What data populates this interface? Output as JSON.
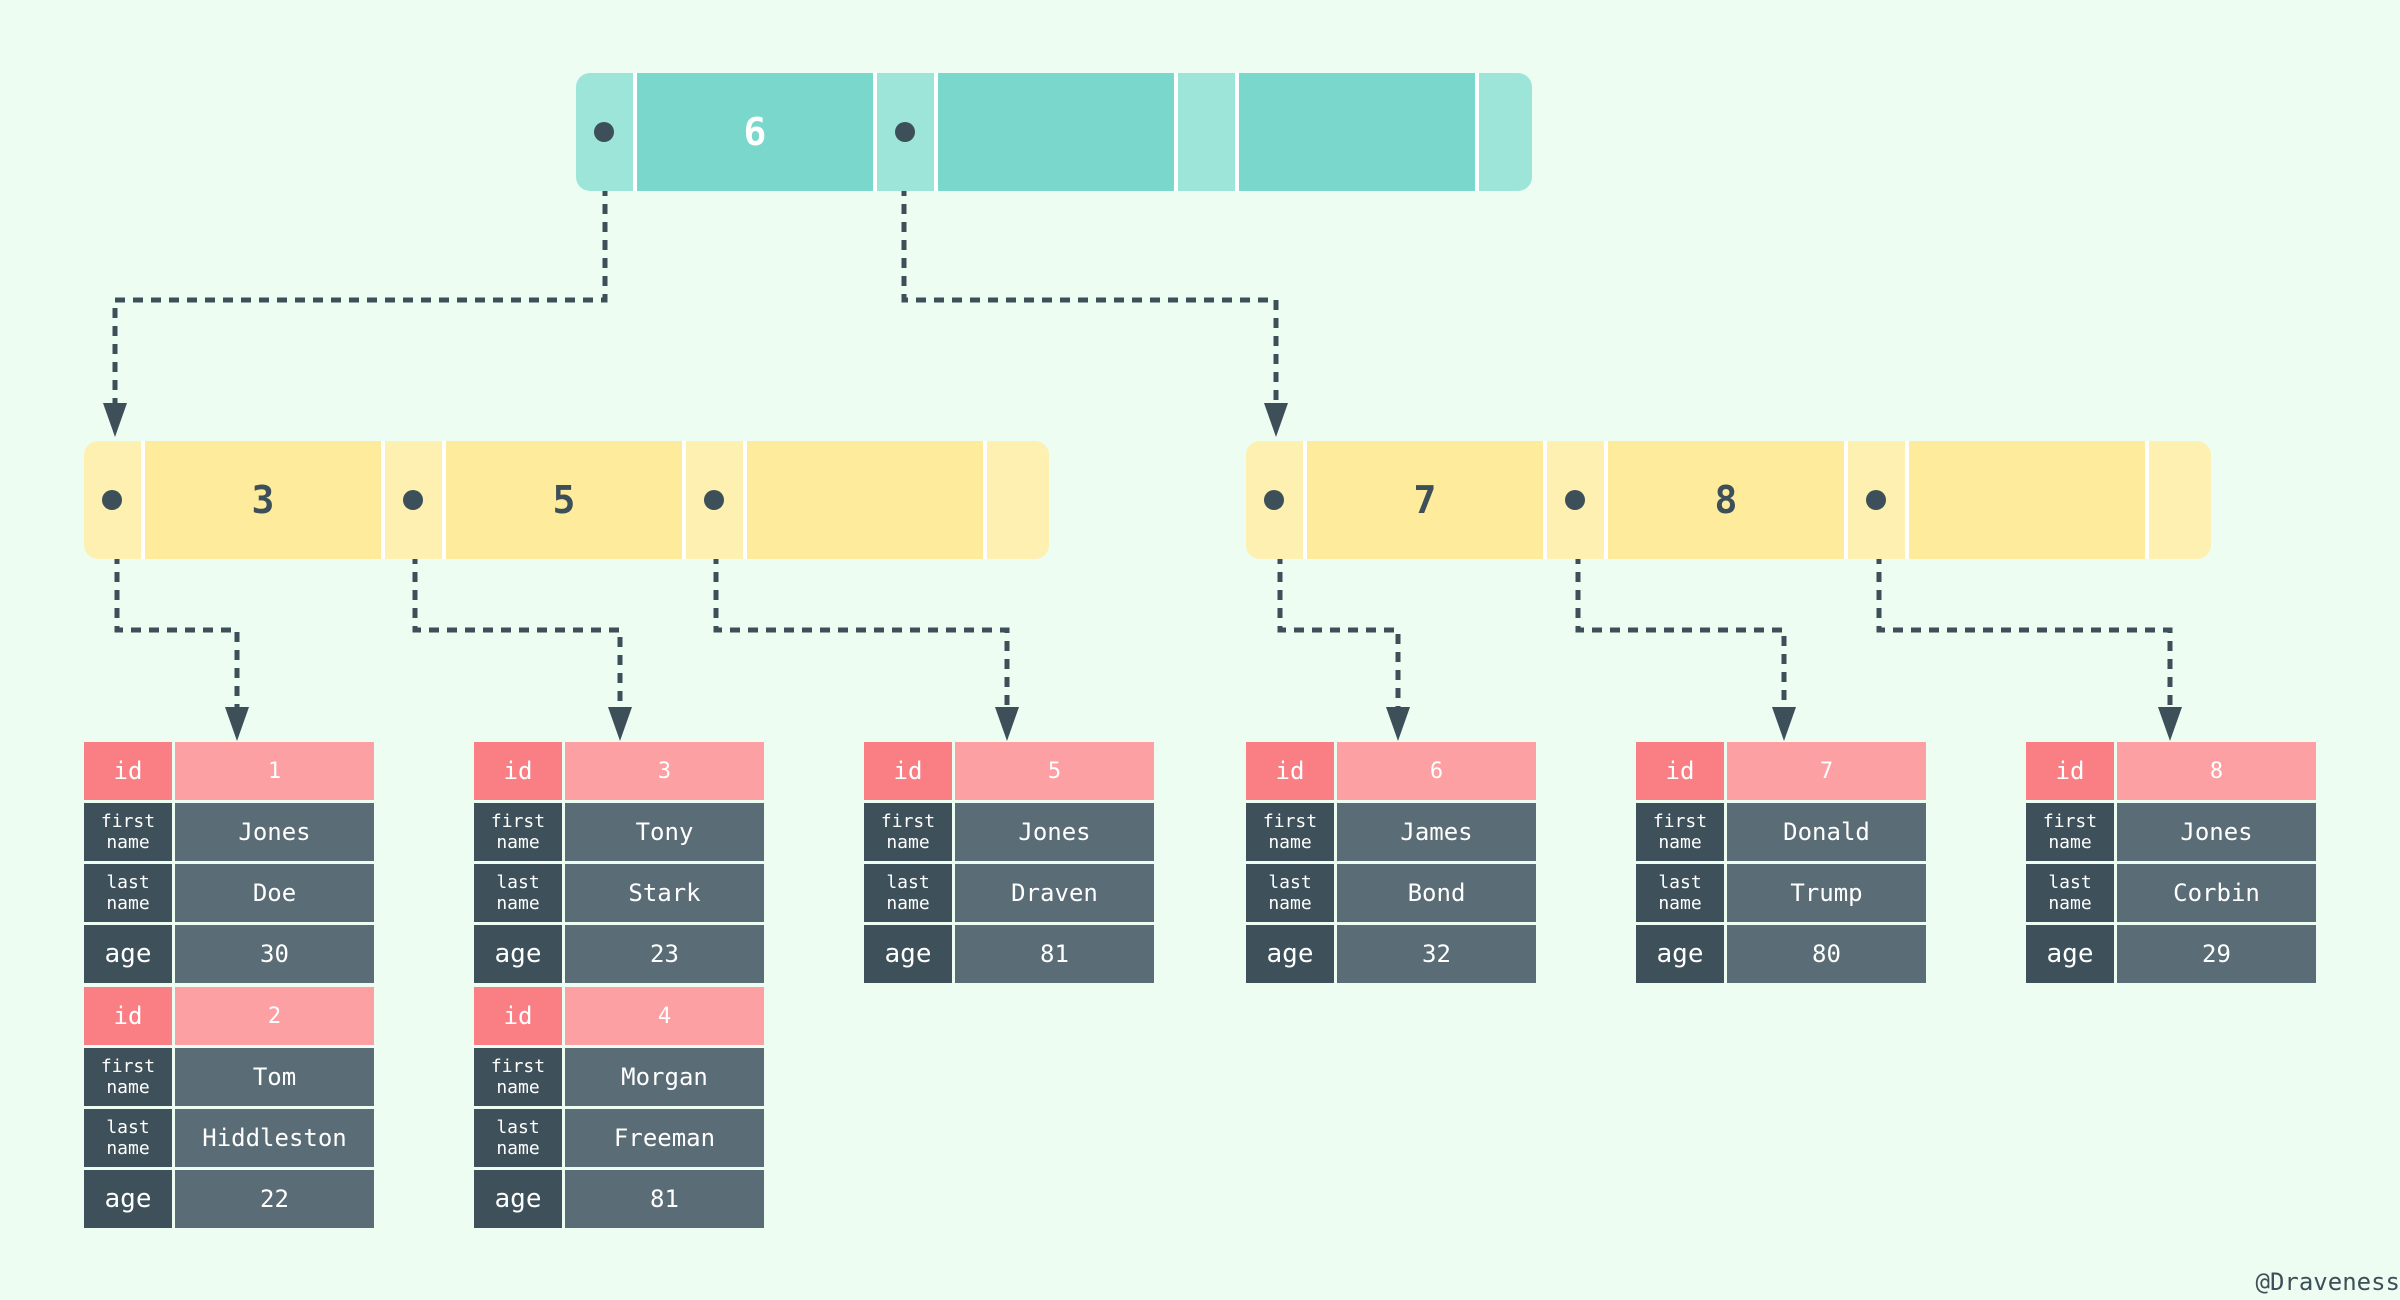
{
  "root": {
    "keys": [
      "6",
      "",
      ""
    ]
  },
  "leaves": [
    {
      "keys": [
        "3",
        "5",
        ""
      ]
    },
    {
      "keys": [
        "7",
        "8",
        ""
      ]
    }
  ],
  "labels": {
    "id": "id",
    "first_name": "first\nname",
    "last_name": "last\nname",
    "age": "age"
  },
  "records": [
    {
      "rows": [
        {
          "id": "1",
          "first_name": "Jones",
          "last_name": "Doe",
          "age": "30"
        },
        {
          "id": "2",
          "first_name": "Tom",
          "last_name": "Hiddleston",
          "age": "22"
        }
      ]
    },
    {
      "rows": [
        {
          "id": "3",
          "first_name": "Tony",
          "last_name": "Stark",
          "age": "23"
        },
        {
          "id": "4",
          "first_name": "Morgan",
          "last_name": "Freeman",
          "age": "81"
        }
      ]
    },
    {
      "rows": [
        {
          "id": "5",
          "first_name": "Jones",
          "last_name": "Draven",
          "age": "81"
        }
      ]
    },
    {
      "rows": [
        {
          "id": "6",
          "first_name": "James",
          "last_name": "Bond",
          "age": "32"
        }
      ]
    },
    {
      "rows": [
        {
          "id": "7",
          "first_name": "Donald",
          "last_name": "Trump",
          "age": "80"
        }
      ]
    },
    {
      "rows": [
        {
          "id": "8",
          "first_name": "Jones",
          "last_name": "Corbin",
          "age": "29"
        }
      ]
    }
  ],
  "credit": "@Draveness",
  "colors": {
    "background": "#eefdf1",
    "root_key": "#79d8cb",
    "root_pointer": "#9de5d8",
    "leaf_key": "#feeb9b",
    "leaf_pointer": "#fdf0b0",
    "id_label": "#fa7f84",
    "id_value": "#fca0a3",
    "field_label": "#3e5059",
    "field_value": "#5a6c75",
    "connector": "#3d4f59"
  }
}
